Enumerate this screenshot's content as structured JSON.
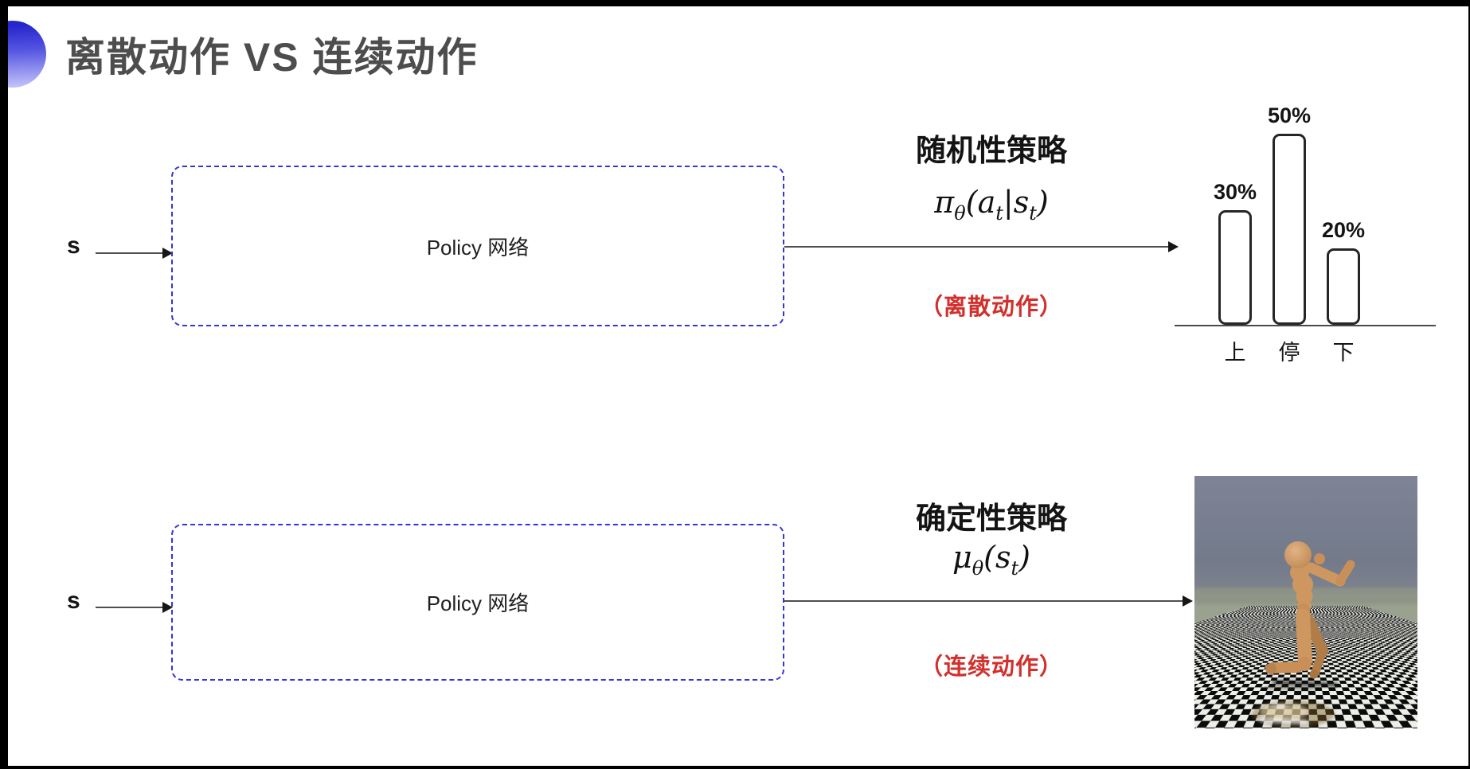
{
  "title": {
    "text": "离散动作 VS 连续动作"
  },
  "colors": {
    "accent_top": "#2525cd",
    "accent_bottom": "#c7c7fa",
    "box_border_blue": "#3535d8",
    "note_red": "#d2302c",
    "title_gray": "#4d4d4d"
  },
  "rows": [
    {
      "input_label": "s",
      "box_label": "Policy 网络",
      "policy_type": "随机性策略",
      "formula": [
        [
          "π",
          "i"
        ],
        [
          "θ",
          "s"
        ],
        [
          "(",
          "i"
        ],
        [
          "a",
          "i"
        ],
        [
          "t",
          "s"
        ],
        [
          "|",
          "i"
        ],
        [
          "s",
          "i"
        ],
        [
          "t",
          "s"
        ],
        [
          ")",
          "i"
        ]
      ],
      "action_note": "（离散动作）"
    },
    {
      "input_label": "s",
      "box_label": "Policy 网络",
      "policy_type": "确定性策略",
      "formula": [
        [
          "μ",
          "i"
        ],
        [
          "θ",
          "s"
        ],
        [
          "(",
          "i"
        ],
        [
          "s",
          "i"
        ],
        [
          "t",
          "s"
        ],
        [
          ")",
          "i"
        ]
      ],
      "action_note": "（连续动作）"
    }
  ],
  "chart_data": {
    "type": "bar",
    "categories": [
      "上",
      "停",
      "下"
    ],
    "values": [
      30,
      50,
      20
    ],
    "value_labels": [
      "30%",
      "50%",
      "20%"
    ],
    "title": "",
    "xlabel": "",
    "ylabel": "",
    "ylim": [
      0,
      55
    ],
    "grid": false,
    "legend": false,
    "bar_style": "outlined rounded, white fill"
  },
  "sim_image": {
    "name": "mujoco-humanoid-running",
    "sky_color": "#7b8292",
    "floor_dark": "#0b0b0b",
    "floor_light": "#ecefe8",
    "body_color": "#cf9760"
  }
}
